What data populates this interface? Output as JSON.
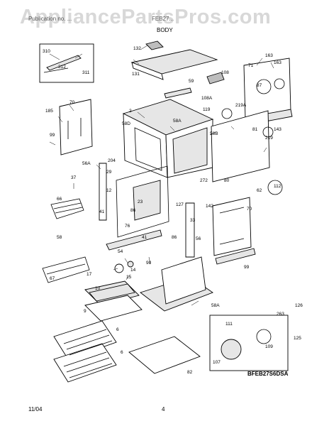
{
  "header": {
    "watermark": "AppliancePartsPros.com",
    "publication_left": "Publication no. ...",
    "publication_mid": "FEB27...",
    "title": "BODY"
  },
  "footer": {
    "date": "11/04",
    "page": "4"
  },
  "diagram": {
    "code": "BFEB27S6DSA",
    "part_labels": [
      "310",
      "312",
      "311",
      "132",
      "131",
      "163",
      "163",
      "71",
      "108",
      "87",
      "59",
      "108A",
      "70",
      "219A",
      "119",
      "185",
      "2",
      "58D",
      "58A",
      "58B",
      "99",
      "81",
      "143",
      "219",
      "56A",
      "204",
      "29",
      "12",
      "37",
      "272",
      "80",
      "112",
      "62",
      "70",
      "66",
      "58",
      "41",
      "86",
      "23",
      "127",
      "142",
      "76",
      "41",
      "86",
      "33",
      "56",
      "54",
      "14",
      "15",
      "17",
      "90",
      "99",
      "67",
      "10",
      "9",
      "58A",
      "126",
      "263",
      "111",
      "125",
      "109",
      "107",
      "6",
      "6",
      "82"
    ]
  }
}
